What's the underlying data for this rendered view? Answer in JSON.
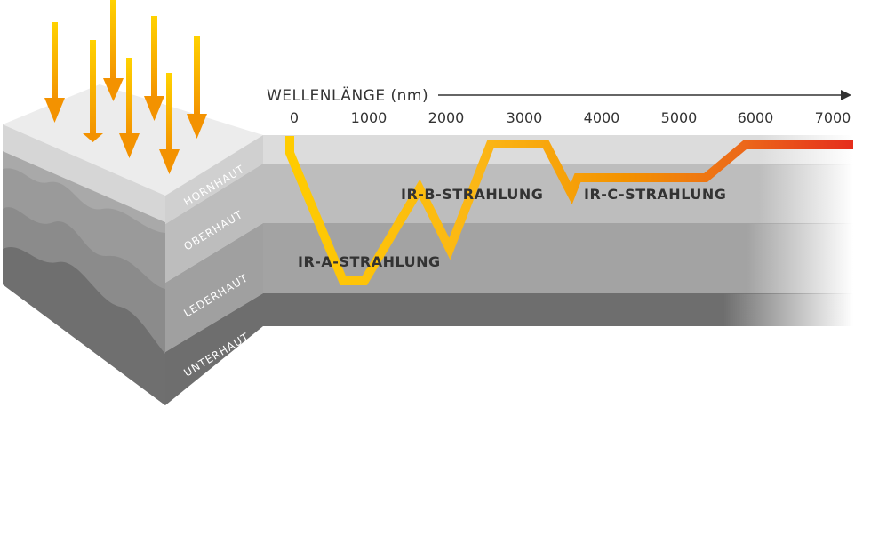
{
  "axis": {
    "title": "WELLENLÄNGE (nm)",
    "ticks": [
      "0",
      "1000",
      "2000",
      "3000",
      "4000",
      "5000",
      "6000",
      "7000"
    ]
  },
  "bands": {
    "ir_a": "IR-A-STRAHLUNG",
    "ir_b": "IR-B-STRAHLUNG",
    "ir_c": "IR-C-STRAHLUNG"
  },
  "layers": {
    "hornhaut": "HORNHAUT",
    "oberhaut": "OBERHAUT",
    "lederhaut": "LEDERHAUT",
    "unterhaut": "UNTERHAUT"
  },
  "colors": {
    "arrow": "#f39200",
    "curve_start": "#ffcc00",
    "curve_end": "#e52d1c",
    "hornhaut": "#dcdcdc",
    "oberhaut": "#bdbdbd",
    "lederhaut": "#9e9e9e",
    "unterhaut": "#6e6e6e"
  },
  "icons": {
    "arrow": "sun-ray-arrow-icon"
  }
}
